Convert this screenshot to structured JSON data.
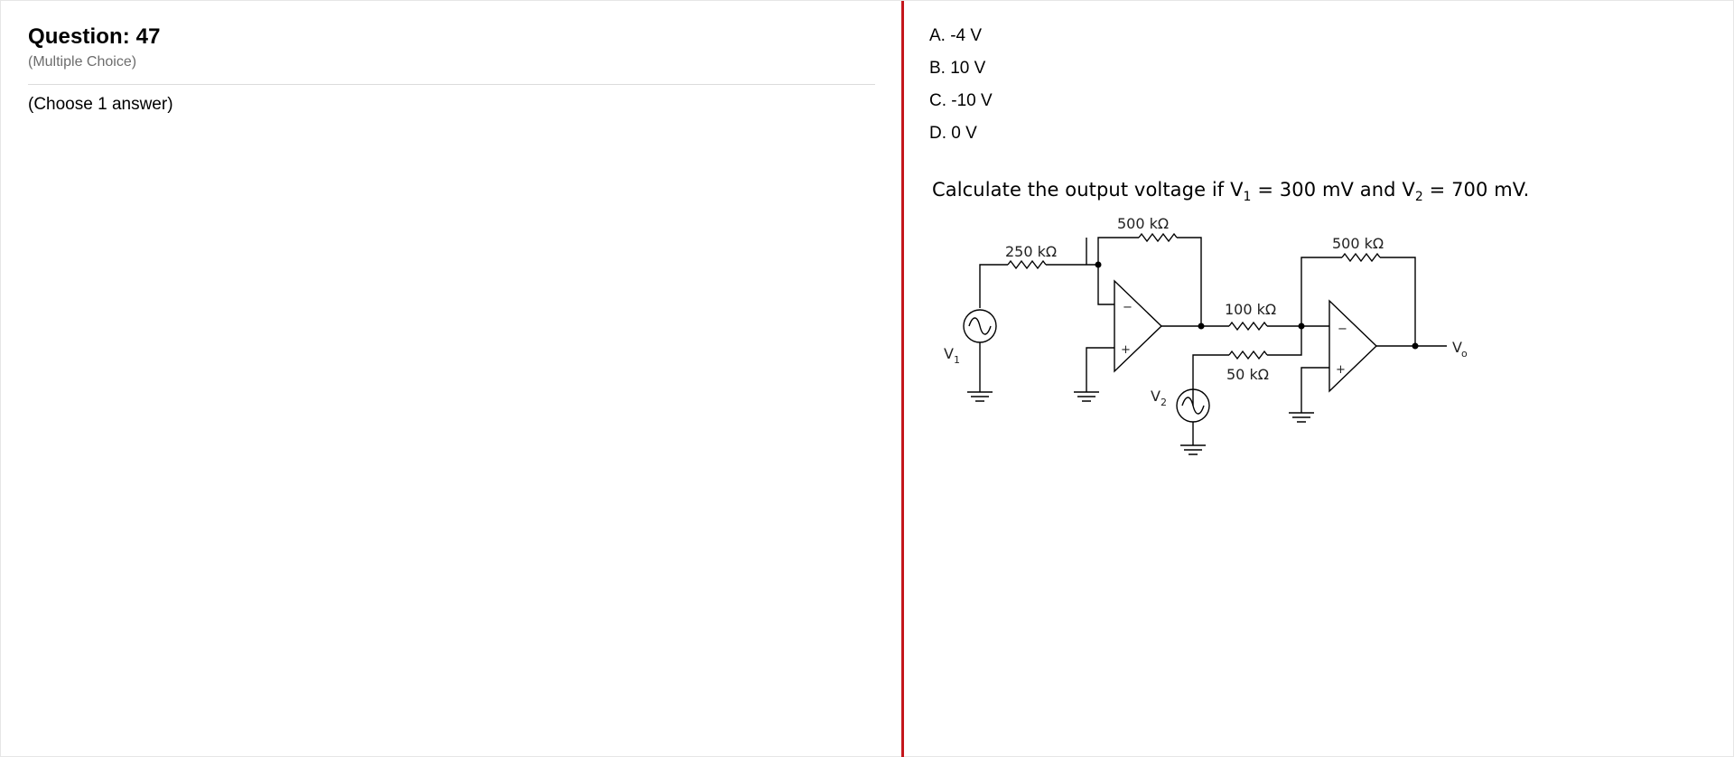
{
  "question": {
    "title": "Question: 47",
    "type": "(Multiple Choice)",
    "instruction": "(Choose 1 answer)"
  },
  "options": [
    {
      "label": "A. -4 V"
    },
    {
      "label": "B. 10 V"
    },
    {
      "label": "C. -10 V"
    },
    {
      "label": "D. 0 V"
    }
  ],
  "prompt": {
    "part1": "Calculate the output voltage if V",
    "sub1": "1",
    "part2": " = 300 mV and V",
    "sub2": "2",
    "part3": " = 700 mV."
  },
  "circuit": {
    "r_feedback_1": "500 kΩ",
    "r_input_1": "250 kΩ",
    "r_input_2a": "100 kΩ",
    "r_input_2b": "50 kΩ",
    "r_feedback_2": "500 kΩ",
    "source_1": {
      "main": "V",
      "sub": "1"
    },
    "source_2": {
      "main": "V",
      "sub": "2"
    },
    "output": {
      "main": "V",
      "sub": "o"
    },
    "minus_sign": "−",
    "plus_sign": "+"
  },
  "colors": {
    "divider": "#c4161c",
    "secondary_text": "#6d6d6d"
  }
}
